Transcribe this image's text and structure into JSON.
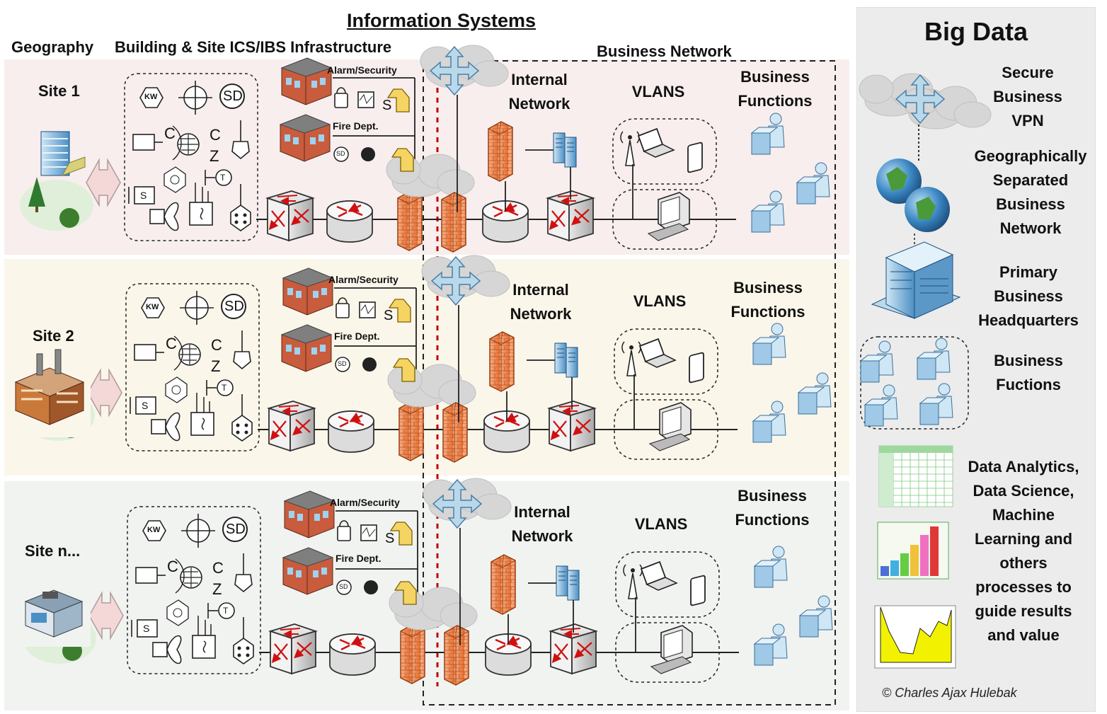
{
  "headers": {
    "information_systems": "Information Systems",
    "geography": "Geography",
    "building_infrastructure": "Building & Site ICS/IBS Infrastructure",
    "business_network": "Business Network",
    "big_data": "Big Data"
  },
  "sites": [
    {
      "label": "Site 1",
      "alarm": "Alarm/Security",
      "fire": "Fire Dept.",
      "internal": "Internal Network",
      "vlans": "VLANS",
      "business": "Business Functions"
    },
    {
      "label": "Site 2",
      "alarm": "Alarm/Security",
      "fire": "Fire Dept.",
      "internal": "Internal Network",
      "vlans": "VLANS",
      "business": "Business Functions"
    },
    {
      "label": "Site n...",
      "alarm": "Alarm/Security",
      "fire": "Fire Dept.",
      "internal": "Internal Network",
      "vlans": "VLANS",
      "business": "Business Functions"
    }
  ],
  "sensor_symbols": {
    "kw": "KW",
    "sd": "SD",
    "c": "C",
    "z": "Z",
    "s": "S",
    "t": "T"
  },
  "big_data": {
    "vpn": "Secure Business VPN",
    "geo": "Geographically Separated Business Network",
    "hq": "Primary Business Headquarters",
    "functions": "Business Fuctions",
    "analytics": "Data Analytics, Data Science, Machine Learning and others processes to guide results and value"
  },
  "copyright": "© Charles Ajax Hulebak",
  "colors": {
    "band1": "#f8eeee",
    "band2": "#fbf6ea",
    "band3": "#f1f3f0",
    "firewall": "#f0905a",
    "cloud": "#d9d9d9",
    "arrows": "#b9d9ea",
    "red_dash": "#c00000"
  }
}
